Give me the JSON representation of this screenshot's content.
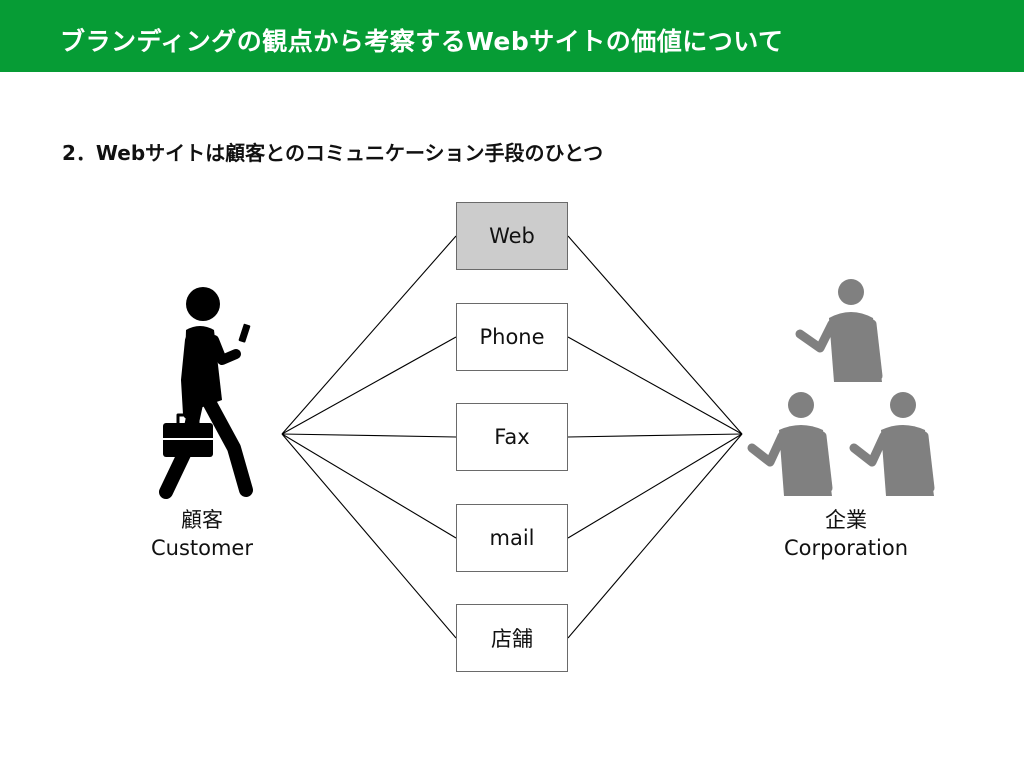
{
  "header": {
    "title": "ブランディングの観点から考察するWebサイトの価値について",
    "bg_color": "#069c35"
  },
  "subtitle": "2．Webサイトは顧客とのコミュニケーション手段のひとつ",
  "customer": {
    "label_ja": "顧客",
    "label_en": "Customer",
    "icon": "walking-businessman-with-phone-icon"
  },
  "corporation": {
    "label_ja": "企業",
    "label_en": "Corporation",
    "icon": "group-of-people-icon"
  },
  "channels": [
    {
      "label": "Web",
      "highlighted": true
    },
    {
      "label": "Phone",
      "highlighted": false
    },
    {
      "label": "Fax",
      "highlighted": false
    },
    {
      "label": "mail",
      "highlighted": false
    },
    {
      "label": "店舗",
      "highlighted": false
    }
  ],
  "colors": {
    "highlight": "#cccccc",
    "people_gray": "#808080",
    "customer_black": "#000000"
  }
}
